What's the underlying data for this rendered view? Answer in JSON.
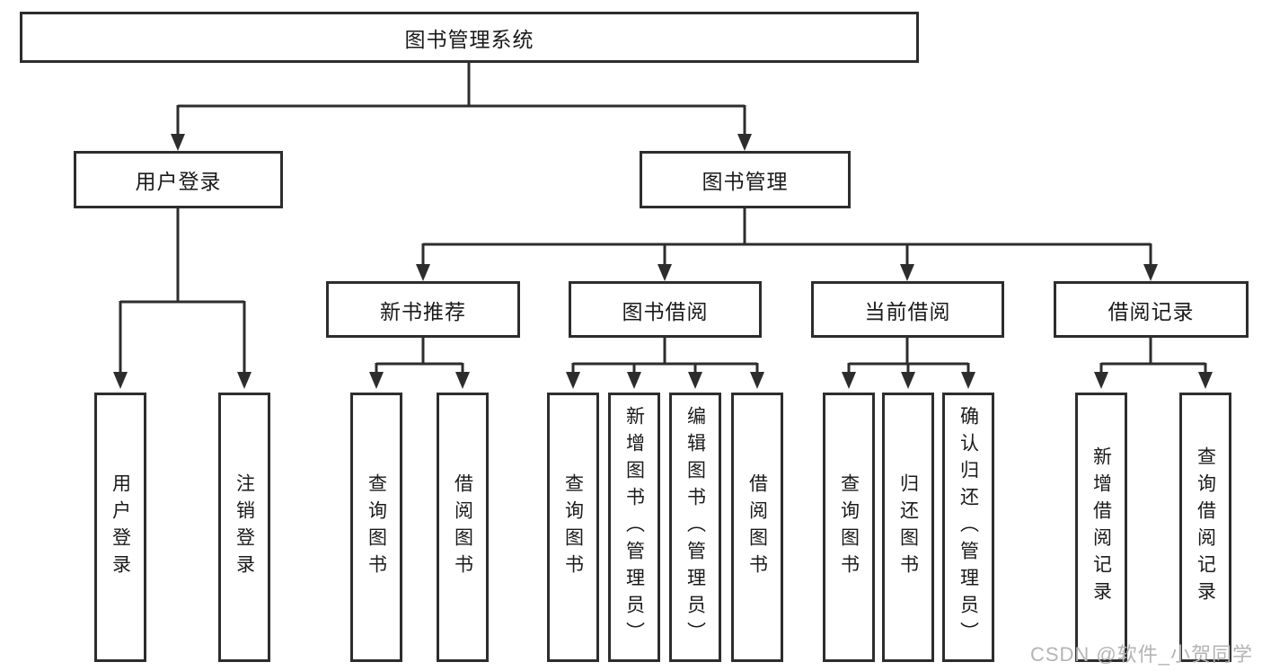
{
  "diagram": {
    "root": {
      "label": "图书管理系统"
    },
    "branches": [
      {
        "label": "用户登录"
      },
      {
        "label": "图书管理"
      }
    ],
    "modules": [
      {
        "label": "新书推荐",
        "parent": "图书管理"
      },
      {
        "label": "图书借阅",
        "parent": "图书管理"
      },
      {
        "label": "当前借阅",
        "parent": "图书管理"
      },
      {
        "label": "借阅记录",
        "parent": "图书管理"
      }
    ],
    "leaves": [
      {
        "label": "用户登录",
        "parent": "用户登录"
      },
      {
        "label": "注销登录",
        "parent": "用户登录"
      },
      {
        "label": "查询图书",
        "parent": "新书推荐"
      },
      {
        "label": "借阅图书",
        "parent": "新书推荐"
      },
      {
        "label": "查询图书",
        "parent": "图书借阅"
      },
      {
        "label": "新增图书（管理员）",
        "parent": "图书借阅"
      },
      {
        "label": "编辑图书（管理员）",
        "parent": "图书借阅"
      },
      {
        "label": "借阅图书",
        "parent": "图书借阅"
      },
      {
        "label": "查询图书",
        "parent": "当前借阅"
      },
      {
        "label": "归还图书",
        "parent": "当前借阅"
      },
      {
        "label": "确认归还（管理员）",
        "parent": "当前借阅"
      },
      {
        "label": "新增借阅记录",
        "parent": "借阅记录"
      },
      {
        "label": "查询借阅记录",
        "parent": "借阅记录"
      }
    ]
  },
  "watermark": {
    "text": "CSDN @软件_小贺同学"
  },
  "colors": {
    "line": "#2d2d2d",
    "box_border": "#2d2d2d",
    "box_fill": "#ffffff",
    "text": "#1a1a1a",
    "watermark": "#b4b4b4"
  }
}
